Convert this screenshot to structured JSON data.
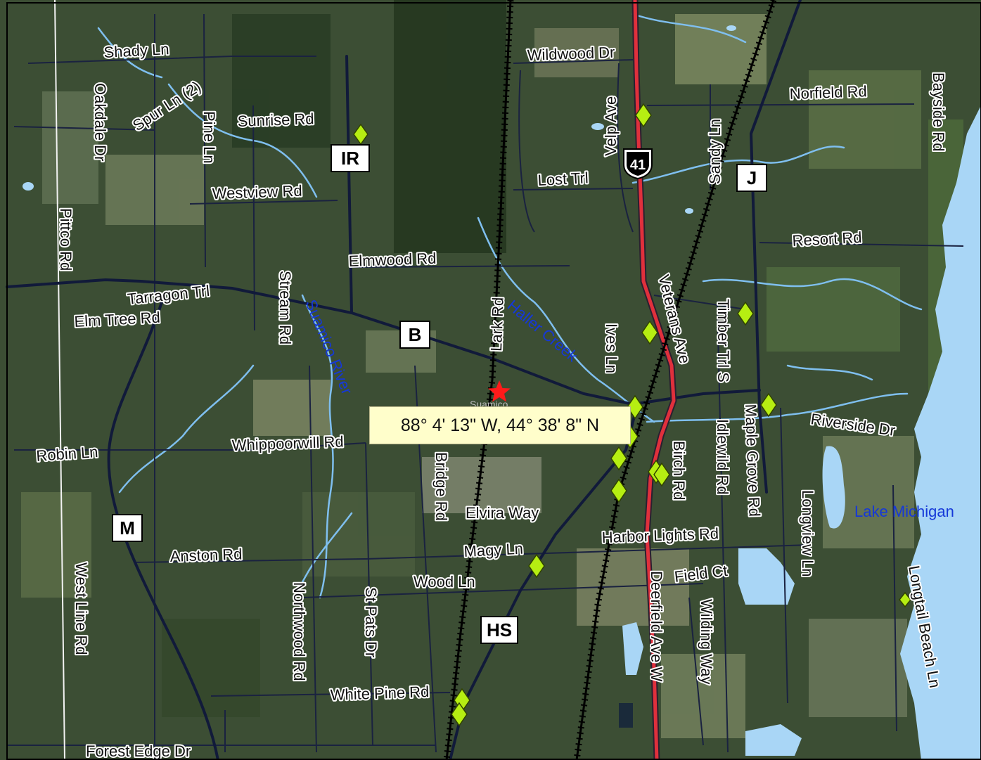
{
  "map": {
    "coordinate_readout": "88° 4' 13\" W, 44° 38' 8\" N",
    "place_marker_label": "Suamico",
    "colors": {
      "road_primary": "#111a3a",
      "highway": "#e0303c",
      "water": "#7fbfef",
      "lake": "#a9d6f6",
      "marker_fill": "#b6ee12",
      "star": "#ff1a1a"
    },
    "roads": {
      "shady_ln": "Shady Ln",
      "spur_ln_2": "Spur Ln (2)",
      "oakdale_dr": "Oakdale Dr",
      "sunrise_rd": "Sunrise Rd",
      "pine_ln": "Pine Ln",
      "westview_rd": "Westview Rd",
      "pittco_rd": "Pittco Rd",
      "elmwood_rd": "Elmwood Rd",
      "tarragon_trl": "Tarragon Trl",
      "elm_tree_rd": "Elm Tree Rd",
      "stream_rd": "Stream Rd",
      "lark_rd": "Lark Rd",
      "wildwood_dr": "Wildwood Dr",
      "velp_ave": "Velp Ave",
      "lost_trl": "Lost Trl",
      "sandy_ln": "Sandy Ln",
      "norfield_rd": "Norfield Rd",
      "bayside_rd": "Bayside Rd",
      "resort_rd": "Resort Rd",
      "veterans_ave": "Veterans Ave",
      "timber_trl_s": "Timber Trl S",
      "ives_ln": "Ives Ln",
      "riverside_dr": "Riverside Dr",
      "maple_grove_rd": "Maple Grove Rd",
      "idlewild_rd": "Idlewild Rd",
      "birch_rd": "Birch Rd",
      "longview_ln": "Longview Ln",
      "robin_ln": "Robin Ln",
      "whippoorwill_rd": "Whippoorwill Rd",
      "bridge_rd": "Bridge Rd",
      "elvira_way": "Elvira Way",
      "harbor_lights_rd": "Harbor Lights Rd",
      "anston_rd": "Anston Rd",
      "magy_ln": "Magy Ln",
      "wood_ln": "Wood Ln",
      "field_ct": "Field Ct",
      "deerfield_ave_w": "Deerfield Ave W",
      "wilding_way": "Wilding Way",
      "longtail_beach_ln": "Longtail Beach Ln",
      "west_line_rd": "West Line Rd",
      "northwood_rd": "Northwood Rd",
      "st_pats_dr": "St Pats Dr",
      "white_pine_rd": "White Pine Rd",
      "forest_edge_dr": "Forest Edge Dr"
    },
    "water_features": {
      "suamico_river": "Suamico River",
      "haller_creek": "Haller Creek",
      "lake_michigan": "Lake Michigan"
    },
    "shields": {
      "ir": "IR",
      "b": "B",
      "j": "J",
      "m": "M",
      "hs": "HS",
      "us_41": "41"
    }
  }
}
